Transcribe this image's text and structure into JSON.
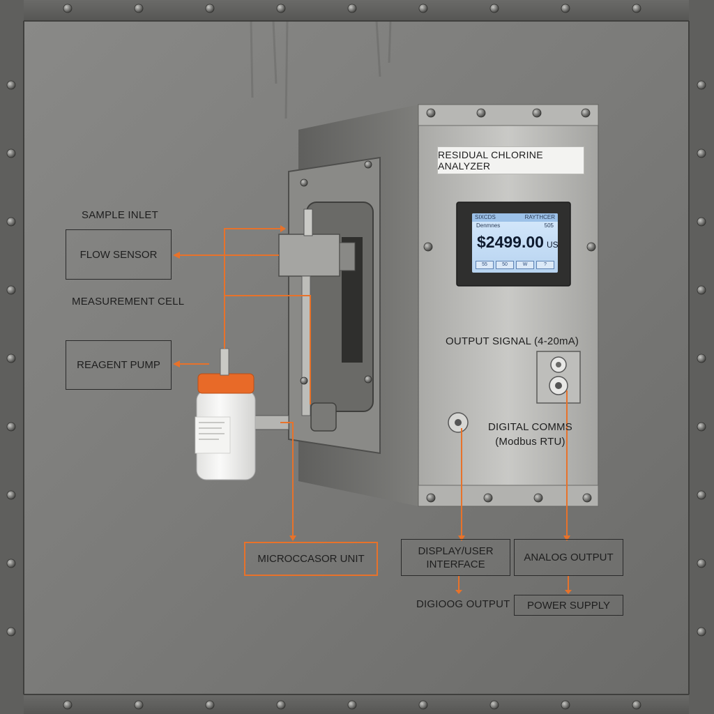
{
  "device": {
    "nameplate": "RESIDUAL CHLORINE ANALYZER",
    "screen": {
      "header_left": "SIXCDS",
      "header_right": "RAYTHCER",
      "sub_left": "Denmnes",
      "sub_right": "505",
      "price": "$2499.00",
      "currency": "USD",
      "buttons": [
        "55",
        "50",
        "W",
        "?"
      ]
    }
  },
  "labels": {
    "sample_inlet": "SAMPLE INLET",
    "flow_sensor": "FLOW SENSOR",
    "measurement_cell": "MEASUREMENT CELL",
    "reagent_pump": "REAGENT PUMP",
    "output_signal": "OUTPUT SIGNAL (4-20mA)",
    "digital_comms_1": "DIGITAL COMMS",
    "digital_comms_2": "(Modbus RTU)",
    "microprocessor_unit": "MICROCCASOR UNIT",
    "display_user_interface_1": "DISPLAY/USER",
    "display_user_interface_2": "INTERFACE",
    "analog_output": "ANALOG OUTPUT",
    "digital_output": "DIGIOOG OUTPUT",
    "power_supply": "POWER SUPPLY"
  },
  "colors": {
    "accent": "#e8722a",
    "wall": "#7a7a78",
    "box_border": "#2a2a2a"
  }
}
